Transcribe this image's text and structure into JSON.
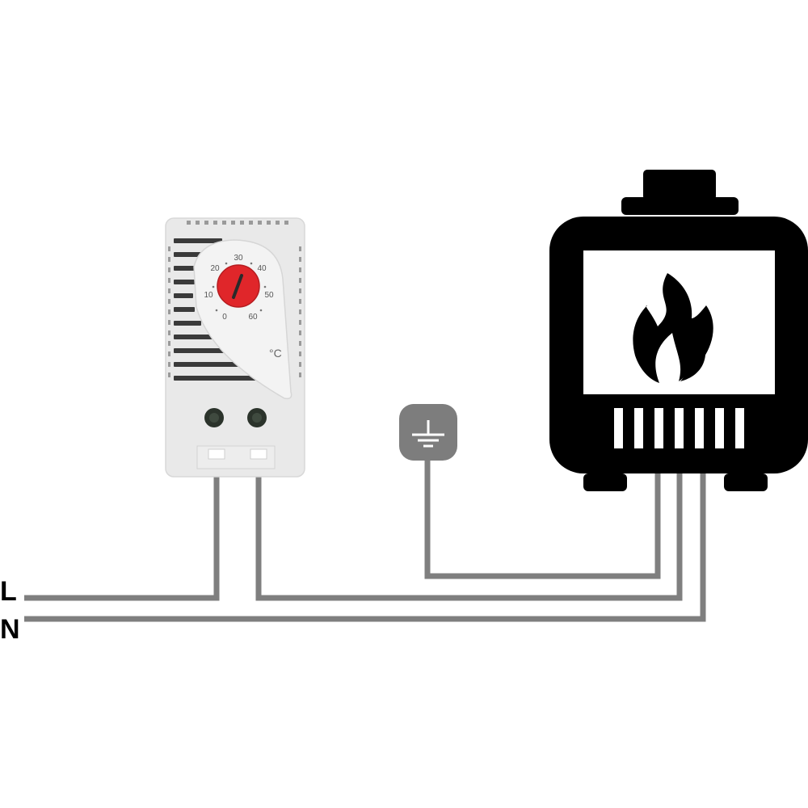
{
  "labels": {
    "live": "L",
    "neutral": "N"
  },
  "thermostat": {
    "scale": [
      "0",
      "10",
      "20",
      "30",
      "40",
      "50",
      "60"
    ],
    "unit": "°C",
    "dial_value": 30,
    "icon": "temperature-dial"
  },
  "ground_symbol": {
    "icon": "ground-icon"
  },
  "heater": {
    "icon": "flame-icon"
  },
  "colors": {
    "wire": "#7f7f7f",
    "dial": "#e0262a",
    "device_body": "#e9e9e9",
    "heater_body": "#000000"
  }
}
